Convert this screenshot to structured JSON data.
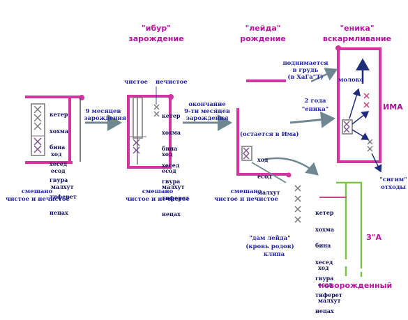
{
  "colors": {
    "frame_pink": "#d1359f",
    "frame_green": "#7cc04b",
    "label_pink": "#b5139f",
    "label_blue": "#1f1fa8",
    "arrow_gray": "#6f8791",
    "cross_purple": "#7b4c8a",
    "cross_gray": "#777777",
    "arrow_blue": "#1e2c7a"
  },
  "stages": {
    "ibur": {
      "title": "\"ибур\"",
      "subtitle": "зарождение"
    },
    "leida": {
      "title": "\"лейда\"",
      "subtitle": "рождение"
    },
    "enika": {
      "title": "\"еника\"",
      "subtitle": "вскармливание"
    }
  },
  "sefirot_upper": [
    "кетер",
    "хохма",
    "бина",
    "хесед",
    "гвура",
    "тиферет",
    "нецах"
  ],
  "sefirot_lower": [
    "ход",
    "есод",
    "малхут"
  ],
  "labels": {
    "nine_months": "9 месяцев\nзарождения",
    "pure": "чистое",
    "impure": "нечистое",
    "end_nine": "окончание\n9-ти месяцев\nзарождения",
    "stays_in_ima": "(остается в Има)",
    "mixed": "смешано\nчистое и нечистое",
    "rises": "поднимается\nв грудь\n(в ХаГа\"Т)",
    "milk": "молоко",
    "two_years": "2 года\n\"еника\"",
    "ima": "ИМА",
    "sigim": "\"сигим\"\nотходы",
    "dam_leida": "\"дам лейда\"\n(кровь родов)",
    "klipa": "клипа",
    "za": "З\"А",
    "newborn": "новорожденный"
  }
}
